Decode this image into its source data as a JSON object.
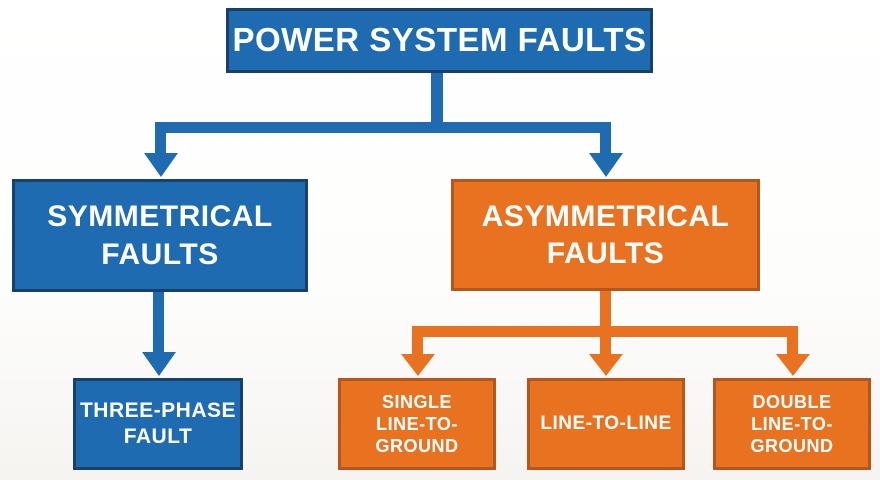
{
  "diagram_title": "POWER SYSTEM FAULTS",
  "nodes": {
    "root": {
      "label": "POWER SYSTEM FAULTS"
    },
    "symmetrical": {
      "label": "SYMMETRICAL\nFAULTS"
    },
    "asymmetrical": {
      "label": "ASYMMETRICAL\nFAULTS"
    },
    "three_phase": {
      "label": "THREE-PHASE\nFAULT"
    },
    "single_lg": {
      "label": "SINGLE\nLINE-TO-\nGROUND"
    },
    "line_to_line": {
      "label": "LINE-TO-LINE"
    },
    "double_lg": {
      "label": "DOUBLE\nLINE-TO-\nGROUND"
    }
  },
  "edges": [
    {
      "from": "root",
      "to": "symmetrical",
      "color": "#1e6bb1"
    },
    {
      "from": "root",
      "to": "asymmetrical",
      "color": "#1e6bb1"
    },
    {
      "from": "symmetrical",
      "to": "three_phase",
      "color": "#1e6bb1"
    },
    {
      "from": "asymmetrical",
      "to": "single_lg",
      "color": "#e8721f"
    },
    {
      "from": "asymmetrical",
      "to": "line_to_line",
      "color": "#e8721f"
    },
    {
      "from": "asymmetrical",
      "to": "double_lg",
      "color": "#e8721f"
    }
  ],
  "colors": {
    "blue": "#1e6bb1",
    "blue_border": "#17406a",
    "orange": "#e8721f",
    "orange_border": "#b5561c",
    "text": "#ffffff",
    "background": "#fdfdfc"
  }
}
